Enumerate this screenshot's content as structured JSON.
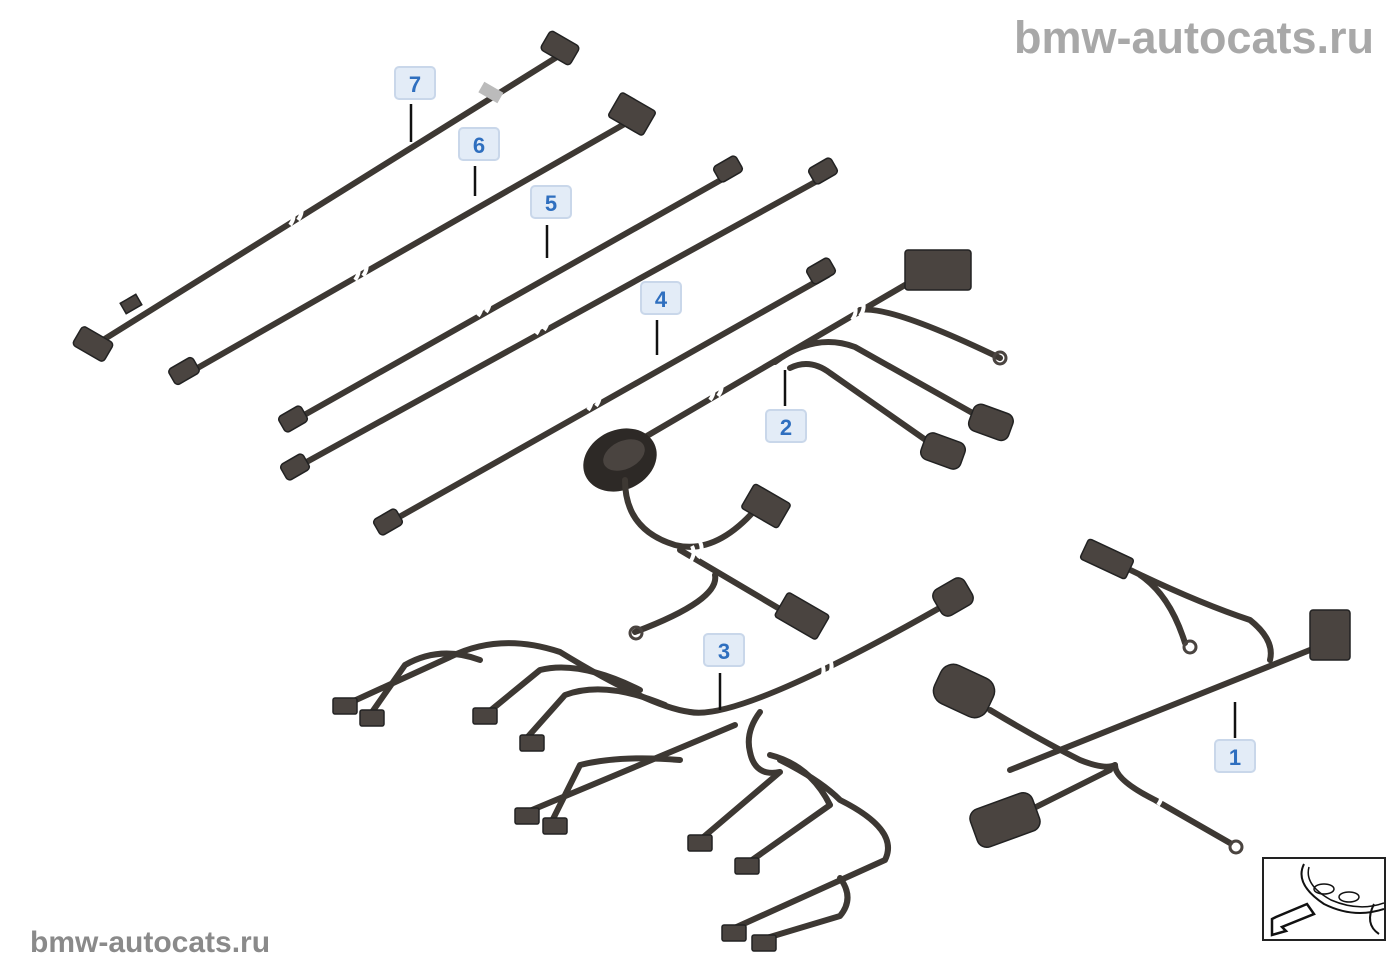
{
  "watermark_top": "bmw-autocats.ru",
  "watermark_bottom": "bmw-autocats.ru",
  "callouts": [
    "1",
    "2",
    "3",
    "4",
    "5",
    "6",
    "7"
  ],
  "colors": {
    "cable": "#3d3833",
    "label_bg": "#e3ecf7",
    "label_text": "#2f6fbf"
  },
  "nav_icon": "front-of-car-arrow-icon"
}
